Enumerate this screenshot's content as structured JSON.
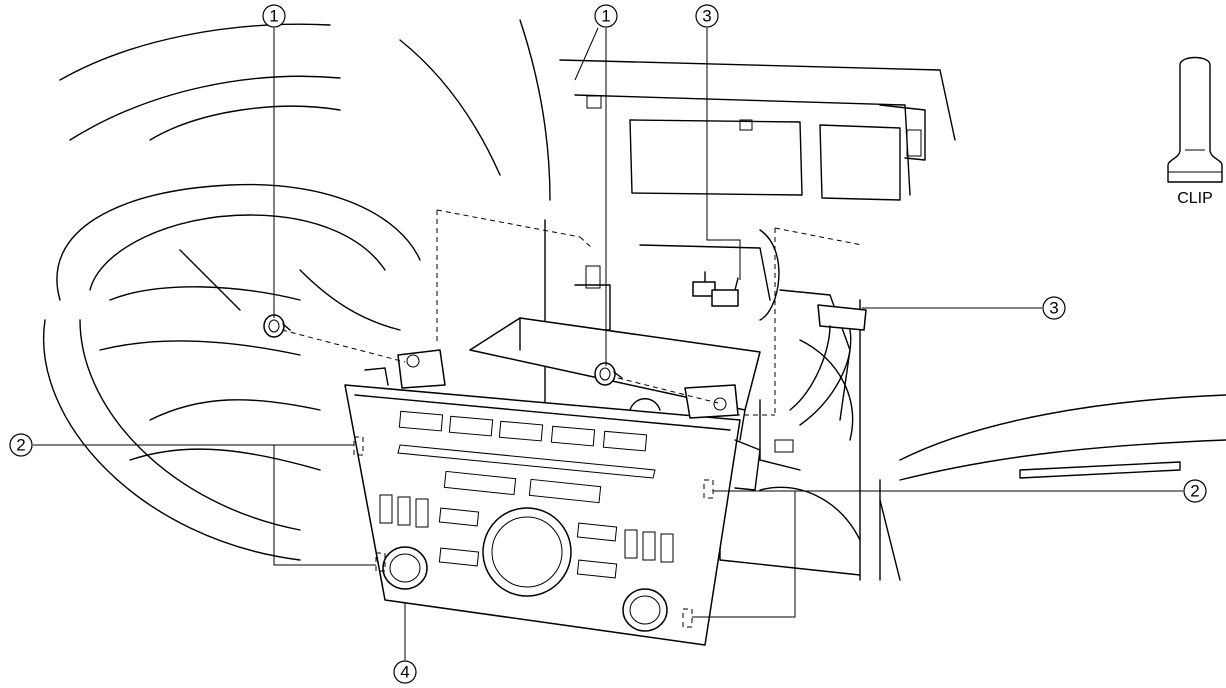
{
  "callouts": {
    "c1a": "1",
    "c1b": "1",
    "c3a": "3",
    "c3b": "3",
    "c2a": "2",
    "c2b": "2",
    "c4": "4"
  },
  "clip_label": "CLIP"
}
